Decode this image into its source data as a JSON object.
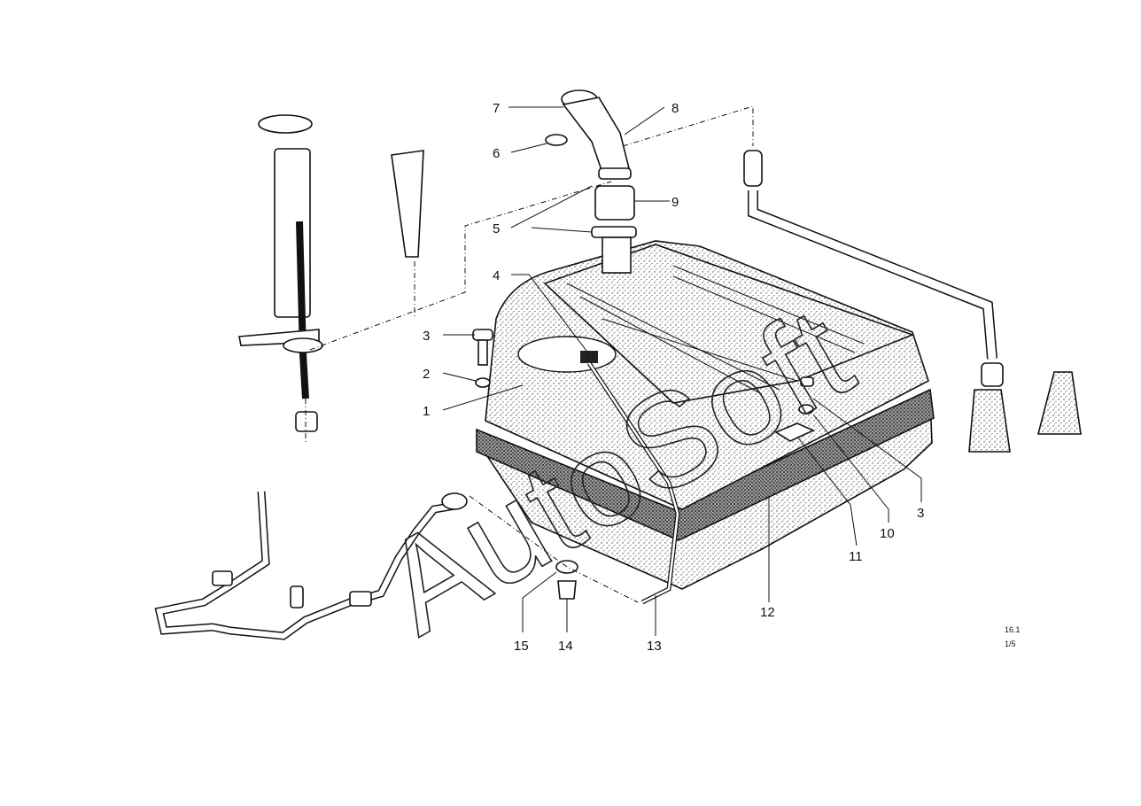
{
  "diagram": {
    "callouts": {
      "c1": "1",
      "c2": "2",
      "c3a": "3",
      "c3b": "3",
      "c4": "4",
      "c5": "5",
      "c6": "6",
      "c7": "7",
      "c8": "8",
      "c9": "9",
      "c10": "10",
      "c11": "11",
      "c12": "12",
      "c13": "13",
      "c14": "14",
      "c15": "15"
    },
    "ref_code": "16.1",
    "ref_page": "1/5",
    "watermark": "AutoSoft"
  }
}
